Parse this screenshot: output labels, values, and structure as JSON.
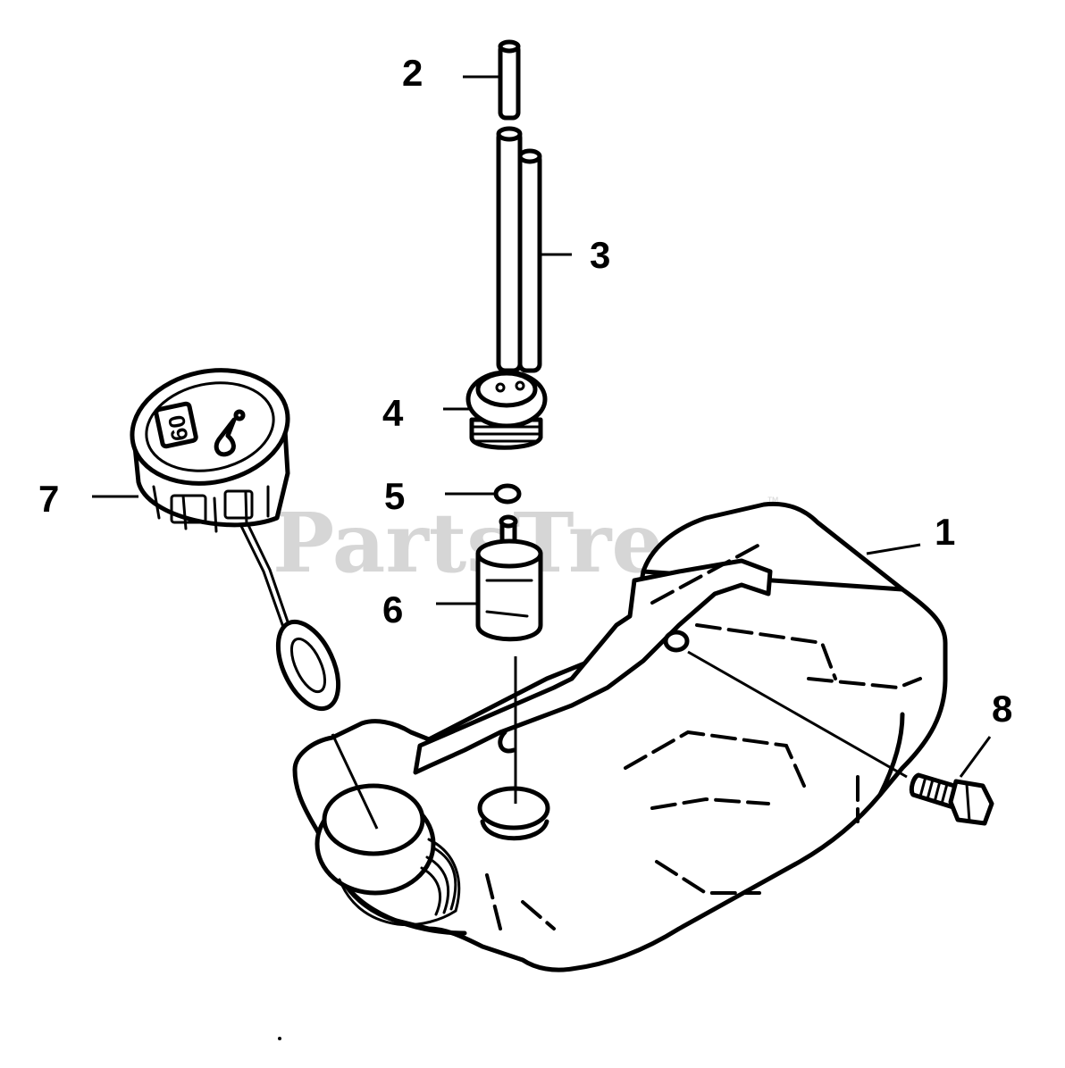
{
  "watermark": {
    "text": "PartsTree",
    "trademark": "™"
  },
  "callouts": [
    {
      "id": "1",
      "label": "1"
    },
    {
      "id": "2",
      "label": "2"
    },
    {
      "id": "3",
      "label": "3"
    },
    {
      "id": "4",
      "label": "4"
    },
    {
      "id": "5",
      "label": "5"
    },
    {
      "id": "6",
      "label": "6"
    },
    {
      "id": "7",
      "label": "7"
    },
    {
      "id": "8",
      "label": "8"
    }
  ],
  "colors": {
    "ink": "#000000",
    "paper": "#ffffff",
    "watermark": "#d6d6d6"
  }
}
